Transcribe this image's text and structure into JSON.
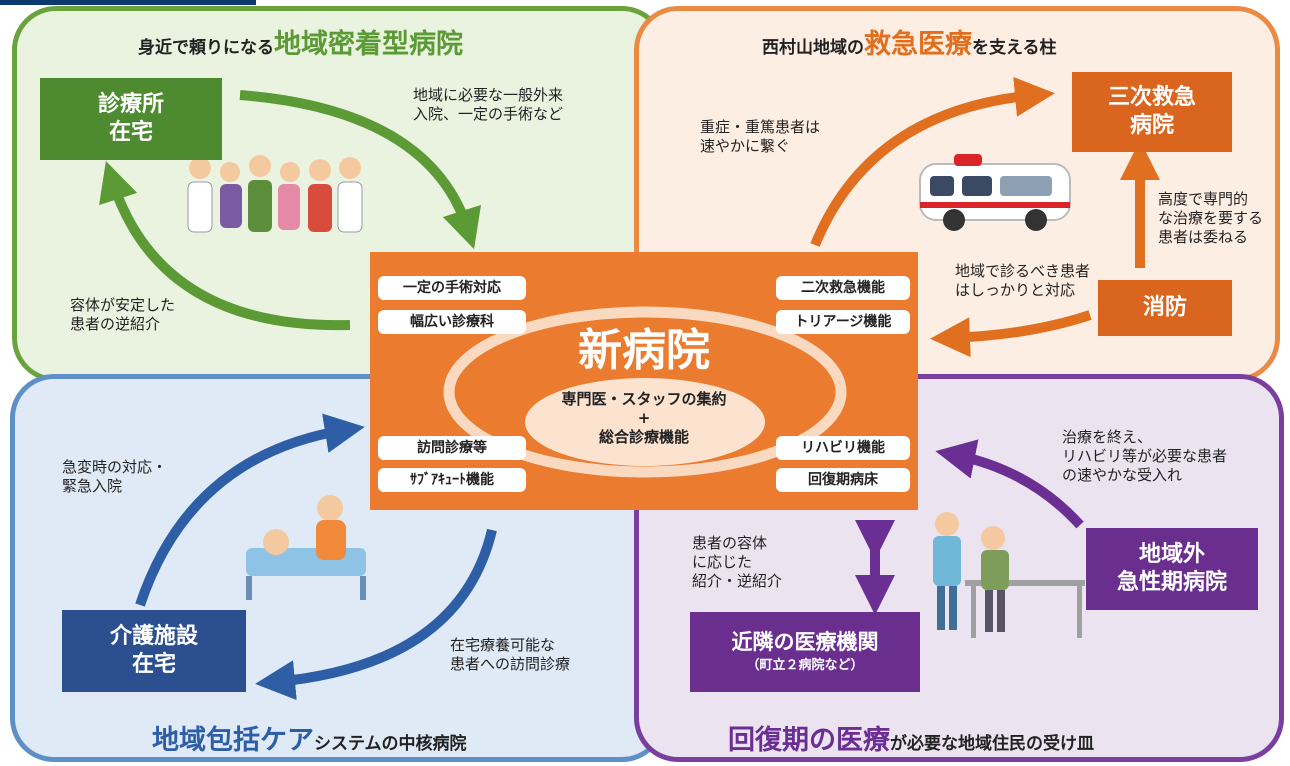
{
  "quadrants": {
    "top_left": {
      "title_pre": "身近で頼りになる",
      "title_em": "地域密着型病院",
      "box_line1": "診療所",
      "box_line2": "在宅",
      "label_top_1": "地域に必要な一般外来",
      "label_top_2": "入院、一定の手術など",
      "label_bottom_1": "容体が安定した",
      "label_bottom_2": "患者の逆紹介"
    },
    "top_right": {
      "title_pre": "西村山地域の",
      "title_em": "救急医療",
      "title_post": "を支える柱",
      "box_tertiary_1": "三次救急",
      "box_tertiary_2": "病院",
      "box_fire": "消防",
      "label_severe_1": "重症・重篤患者は",
      "label_severe_2": "速やかに繋ぐ",
      "label_advanced_1": "高度で専門的",
      "label_advanced_2": "な治療を要する",
      "label_advanced_3": "患者は委ねる",
      "label_local_1": "地域で診るべき患者",
      "label_local_2": "はしっかりと対応"
    },
    "bottom_left": {
      "title_em": "地域包括ケア",
      "title_post": "システムの中核病院",
      "box_line1": "介護施設",
      "box_line2": "在宅",
      "label_emergency_1": "急変時の対応・",
      "label_emergency_2": "緊急入院",
      "label_visit_1": "在宅療養可能な",
      "label_visit_2": "患者への訪問診療"
    },
    "bottom_right": {
      "title_em": "回復期の医療",
      "title_post": "が必要な地域住民の受け皿",
      "box_outside_1": "地域外",
      "box_outside_2": "急性期病院",
      "box_nearby_1": "近隣の医療機関",
      "box_nearby_2": "（町立２病院など）",
      "label_accept_1": "治療を終え、",
      "label_accept_2": "リハビリ等が必要な患者",
      "label_accept_3": "の速やかな受入れ",
      "label_referral_1": "患者の容体",
      "label_referral_2": "に応じた",
      "label_referral_3": "紹介・逆紹介"
    }
  },
  "center": {
    "title": "新病院",
    "core_1": "専門医・スタッフの集約",
    "core_plus": "+",
    "core_2": "総合診療機能",
    "pills": {
      "surgery": "一定の手術対応",
      "departments": "幅広い診療科",
      "secondary_emergency": "二次救急機能",
      "triage": "トリアージ機能",
      "home_visit": "訪問診療等",
      "subacute": "ｻﾌﾞｱｷｭｰﾄ機能",
      "rehab": "リハビリ機能",
      "recovery_beds": "回復期病床"
    }
  },
  "colors": {
    "green": "#5b9a35",
    "green_box": "#4e8a2f",
    "orange": "#e06f20",
    "orange_box": "#d9651e",
    "blue": "#2e5fa6",
    "blue_box": "#2c4f8f",
    "purple": "#6b2f93",
    "purple_box": "#6a2e8f",
    "center": "#ea7b2f"
  }
}
